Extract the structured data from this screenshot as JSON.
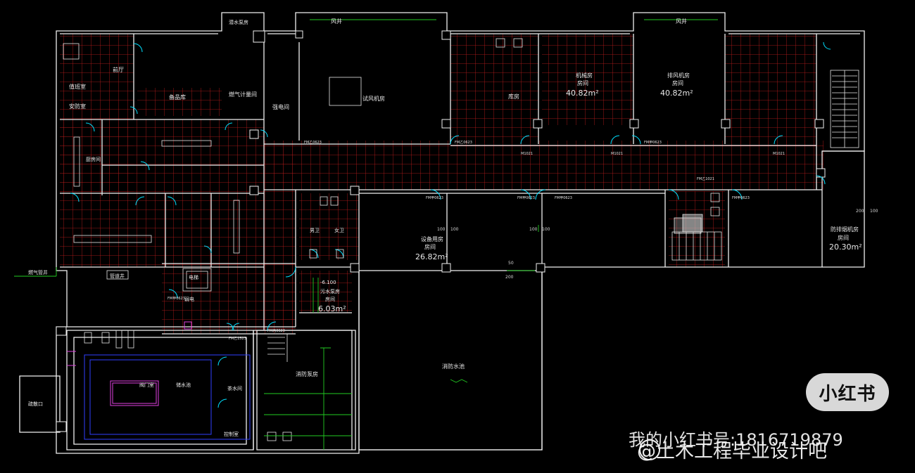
{
  "rooms": {
    "fan_room_1": "风井",
    "fan_room_2": "风井",
    "pump_small": "潜水泵房",
    "lobby": "前厅",
    "duty": "值班室",
    "security": "安防室",
    "storage": "备品库",
    "gas_meter": "燃气计量间",
    "elec_room": "强电间",
    "test_unit": "试风机房",
    "stock": "库房",
    "mech": "机械房",
    "mech_room": "房间",
    "mech_area": "40.82m²",
    "exhaust": "排风机房",
    "exhaust_room": "房间",
    "exhaust_area": "40.82m²",
    "kitchen": "厨房间",
    "wc_m": "男卫",
    "wc_f": "女卫",
    "equip": "设备用房",
    "equip_room": "房间",
    "equip_area": "26.82m²",
    "sewage_level": "-6.100",
    "sewage": "污水泵房",
    "sewage_room": "房间",
    "sewage_area": "6.03m²",
    "fire_pool": "消防水池",
    "fire_pump": "消防泵房",
    "elevator": "电梯",
    "weak_elec": "弱电",
    "pipe_well": "管道井",
    "gas_pipe": "燃气管井",
    "water_tank": "储水池",
    "valve": "阀门室",
    "tea": "茶水间",
    "control": "控制室",
    "stair_exit": "疏散口",
    "smoke_fan": "防排烟机房",
    "smoke_room": "房间",
    "smoke_area": "20.30m²"
  },
  "doors": {
    "fm_a": "FM乙0623",
    "fm_b": "FM乙0623",
    "m1": "M1021",
    "m2": "M1021",
    "m3": "M1021",
    "fm_c": "FM甲0623",
    "fm_d": "FM甲0623",
    "fm_e": "FM甲0623",
    "fm_f": "FM甲0623",
    "fm_g": "FM甲0623",
    "fm_h": "FM乙1021",
    "fm_i": "FM甲0623",
    "fm_j": "FM丙0623",
    "fm_k": "FM乙1523"
  },
  "dims": {
    "d1": "100",
    "d2": "100",
    "d3": "100",
    "d4": "100",
    "d5": "200",
    "d6": "100",
    "d7": "200",
    "d8": "50"
  },
  "badge_text": "小红书",
  "watermark_line1": "我的小红书号:1816719879",
  "watermark_line2": "@土木工程毕业设计吧",
  "colors": {
    "background": "#000000",
    "wall": "#ffffff",
    "tile_grid": "#cc1b1b",
    "door": "#00e5ff",
    "equipment": "#e0e0e0",
    "fire_equipment": "#2f3cff",
    "fixture": "#e040e0",
    "pipe": "#22cc22"
  }
}
